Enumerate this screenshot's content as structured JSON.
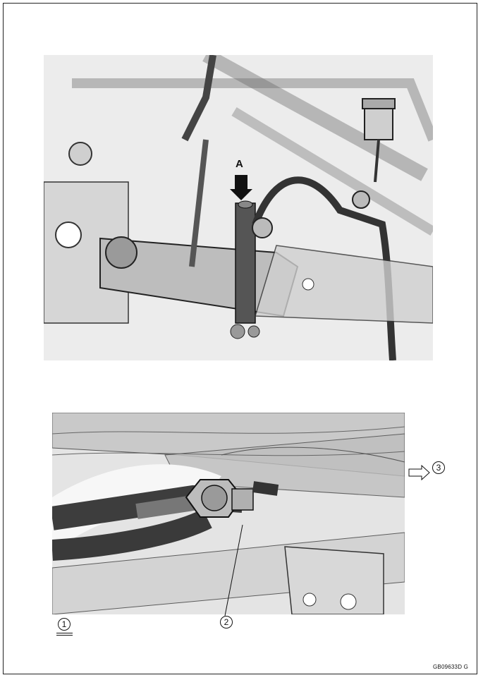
{
  "top_figure": {
    "label_a": "A"
  },
  "bottom_figure": {
    "callouts": [
      {
        "number": "1"
      },
      {
        "number": "2"
      },
      {
        "number": "3"
      }
    ]
  },
  "figure_code": "GB09633D  G"
}
